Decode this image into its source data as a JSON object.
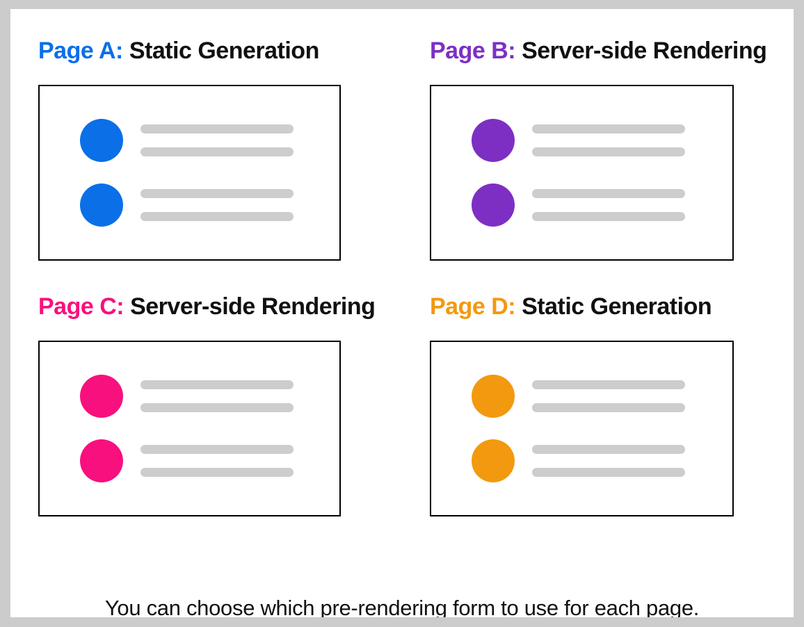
{
  "caption": "You can choose which pre-rendering form to use for each page.",
  "palette": {
    "frame": "#cccccc",
    "canvas": "#ffffff",
    "card_border": "#000000",
    "placeholder_bar": "#cdcdcd",
    "heading_text": "#111111",
    "caption_text": "#111111"
  },
  "pages": [
    {
      "label": "Page A:",
      "method": "Static Generation",
      "color": "#0b6fe8"
    },
    {
      "label": "Page B:",
      "method": "Server-side Rendering",
      "color": "#7d2fc4"
    },
    {
      "label": "Page C:",
      "method": "Server-side Rendering",
      "color": "#f8107e"
    },
    {
      "label": "Page D:",
      "method": "Static Generation",
      "color": "#f2990f"
    }
  ],
  "card": {
    "rows_per_card": 2,
    "lines_per_row": 2
  }
}
